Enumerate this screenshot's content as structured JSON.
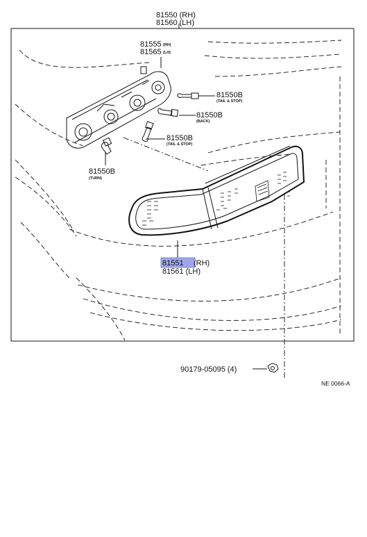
{
  "labels": {
    "top_rh": "81550 (RH)",
    "top_lh": "81560 (LH)",
    "socket_rh": "81555",
    "socket_rh_sub": "(RH)",
    "socket_lh": "81565",
    "socket_lh_sub": "(LH)",
    "bulb_a": "81550B",
    "bulb_a_sub": "(TAIL & STOP)",
    "bulb_b": "81550B",
    "bulb_b_sub": "(BACK)",
    "bulb_c": "81550B",
    "bulb_c_sub": "(TAIL & STOP)",
    "bulb_d": "81550B",
    "bulb_d_sub": "(TURN)",
    "lens_rh_num": "81551",
    "lens_rh_suffix": " (RH)",
    "lens_lh": "81561 (LH)",
    "nut": "90179-05095 (4)",
    "figure_code": "NE 0066-A"
  },
  "colors": {
    "highlight": "#9ea6e6",
    "line": "#111111"
  }
}
